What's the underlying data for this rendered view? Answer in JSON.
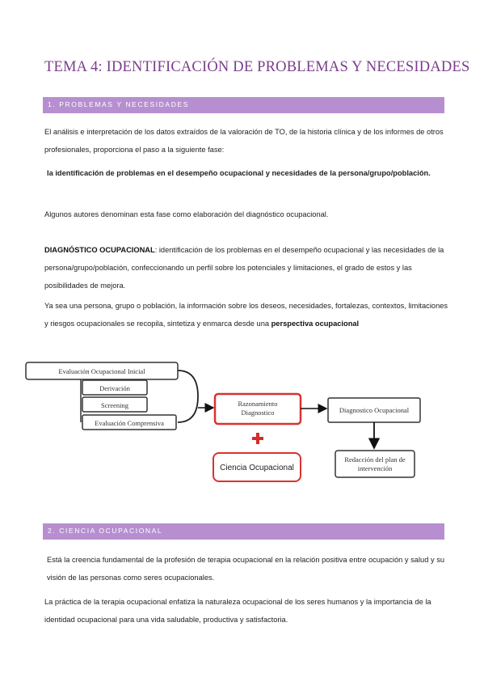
{
  "title": "TEMA 4: IDENTIFICACIÓN DE PROBLEMAS Y NECESIDADES",
  "section1": {
    "heading": "1. PROBLEMAS Y NECESIDADES",
    "p1": "El análisis e interpretación de los datos extraídos de la valoración de TO, de la historia clínica y de los informes de otros profesionales, proporciona el paso a la siguiente fase:",
    "p2": "la identificación de problemas en el desempeño ocupacional y necesidades de la persona/grupo/población.",
    "p3": "Algunos autores denominan esta fase como elaboración del diagnóstico ocupacional.",
    "p4_bold": "DIAGNÓSTICO OCUPACIONAL",
    "p4_rest": ": identificación de los problemas en el desempeño ocupacional y las necesidades de la persona/grupo/población, confeccionando un perfil sobre los potenciales y limitaciones, el grado de estos y las posibilidades de mejora.",
    "p5_start": "Ya sea una persona, grupo o población, la información sobre los deseos, necesidades, fortalezas, contextos, limitaciones y riesgos ocupacionales se recopila, sintetiza y enmarca desde una ",
    "p5_bold": "perspectiva ocupacional"
  },
  "diagram": {
    "evaluacion": "Evaluación Ocupacional Inicial",
    "derivacion": "Derivación",
    "screening": "Screening",
    "comprensiva": "Evaluación Comprensiva",
    "razonamiento_1": "Razonamiento",
    "razonamiento_2": "Diagnostico",
    "diagnostico": "Diagnostico Ocupacional",
    "ciencia": "Ciencia Ocupacional",
    "redaccion_1": "Redacción del plan de",
    "redaccion_2": "intervención",
    "plus_color": "#d62b2b",
    "red_border": "#d9322f"
  },
  "section2": {
    "heading": "2. CIENCIA OCUPACIONAL",
    "p1": "Está la creencia fundamental de la profesión de terapia ocupacional en la relación positiva entre ocupación y salud y su visión de las personas como seres ocupacionales.",
    "p2": "La práctica de la terapia ocupacional enfatiza la naturaleza ocupacional de los seres humanos y la importancia de la identidad ocupacional para una vida saludable, productiva y satisfactoria."
  }
}
